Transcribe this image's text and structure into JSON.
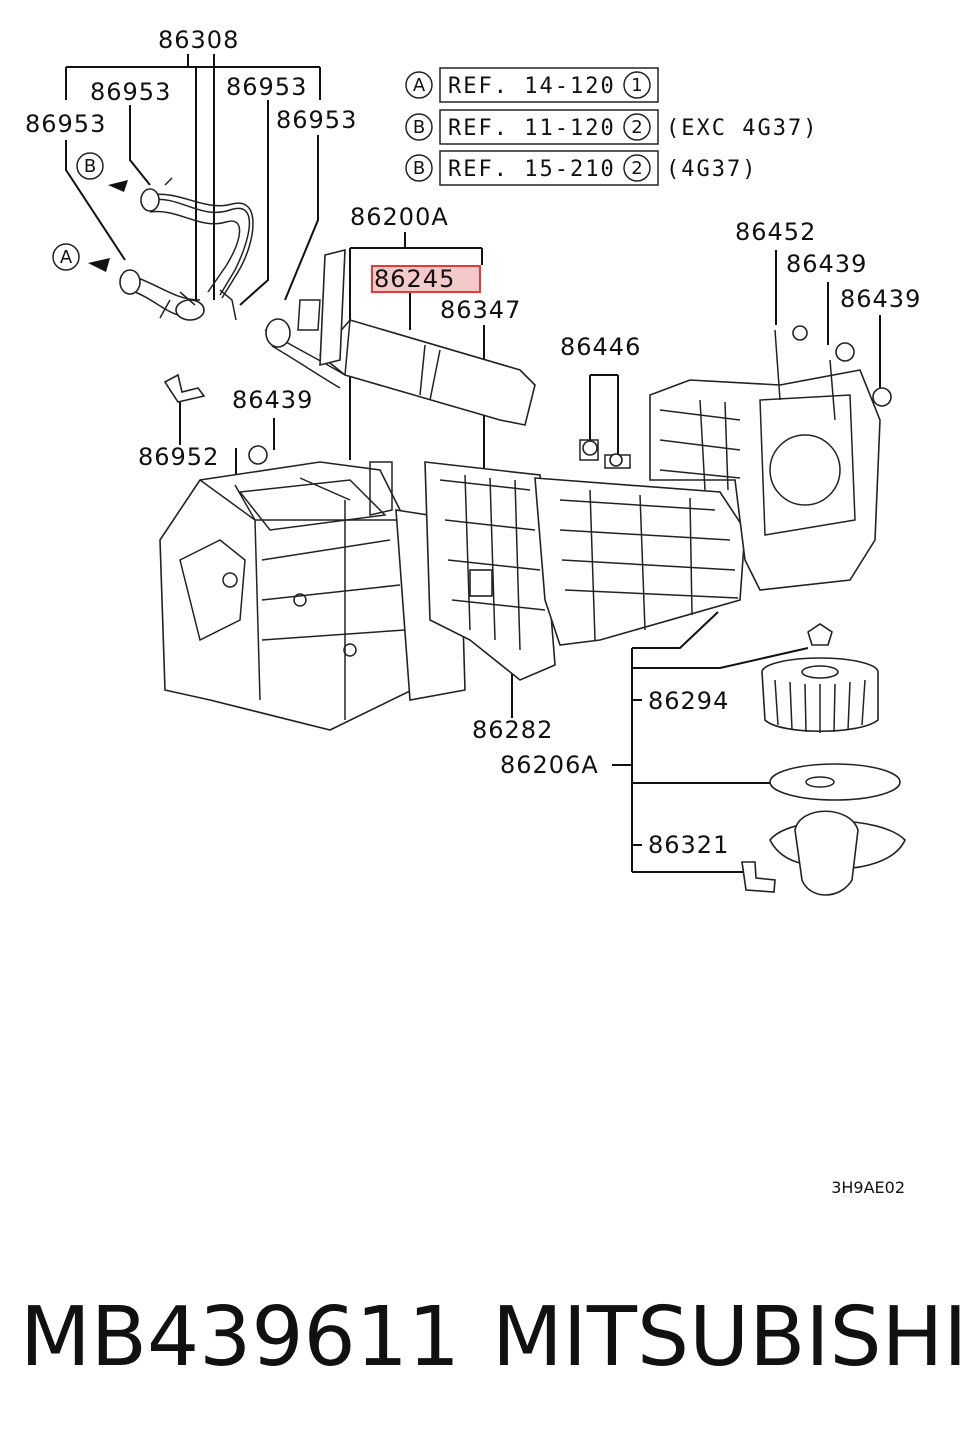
{
  "callouts": {
    "p86308": "86308",
    "p86953_a": "86953",
    "p86953_b": "86953",
    "p86953_c": "86953",
    "p86953_d": "86953",
    "p86200A": "86200A",
    "p86245": "86245",
    "p86347": "86347",
    "p86452": "86452",
    "p86439_a": "86439",
    "p86439_b": "86439",
    "p86446": "86446",
    "p86439_c": "86439",
    "p86952": "86952",
    "p86294": "86294",
    "p86282": "86282",
    "p86206A": "86206A",
    "p86321": "86321"
  },
  "references": [
    {
      "letter": "A",
      "text": "REF. 14-120",
      "num": "1",
      "note": ""
    },
    {
      "letter": "B",
      "text": "REF. 11-120",
      "num": "2",
      "note": "(EXC 4G37)"
    },
    {
      "letter": "B",
      "text": "REF. 15-210",
      "num": "2",
      "note": "(4G37)"
    }
  ],
  "arrows": {
    "b_letter": "B",
    "a_letter": "A"
  },
  "highlight_part": "86245",
  "diagram_code": "3H9AE02",
  "footer": {
    "part_number": "MB439611",
    "brand": "MITSUBISHI"
  },
  "colors": {
    "highlight_fill": "#f4c9c9",
    "highlight_stroke": "#e23b3b",
    "ink": "#111111"
  }
}
